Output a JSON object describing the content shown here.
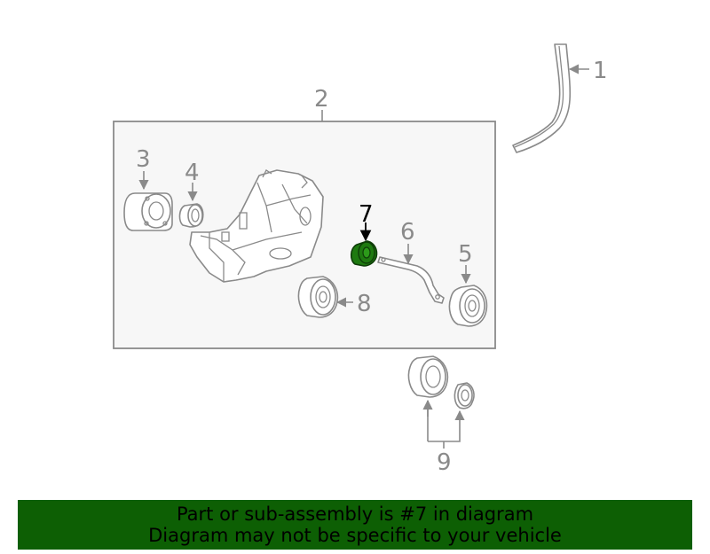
{
  "diagram": {
    "callouts": {
      "c1": "1",
      "c2": "2",
      "c3": "3",
      "c4": "4",
      "c5": "5",
      "c6": "6",
      "c7": "7",
      "c8": "8",
      "c9": "9"
    },
    "highlighted_part": "7",
    "colors": {
      "line": "#8a8a8a",
      "highlight_fill": "#1e7a10",
      "highlight_text": "#000000",
      "box_fill": "#f7f7f7"
    }
  },
  "banner": {
    "line1": "Part or sub-assembly is #7 in diagram",
    "line2": "Diagram may not be specific to your vehicle",
    "background": "#0d5f04"
  }
}
